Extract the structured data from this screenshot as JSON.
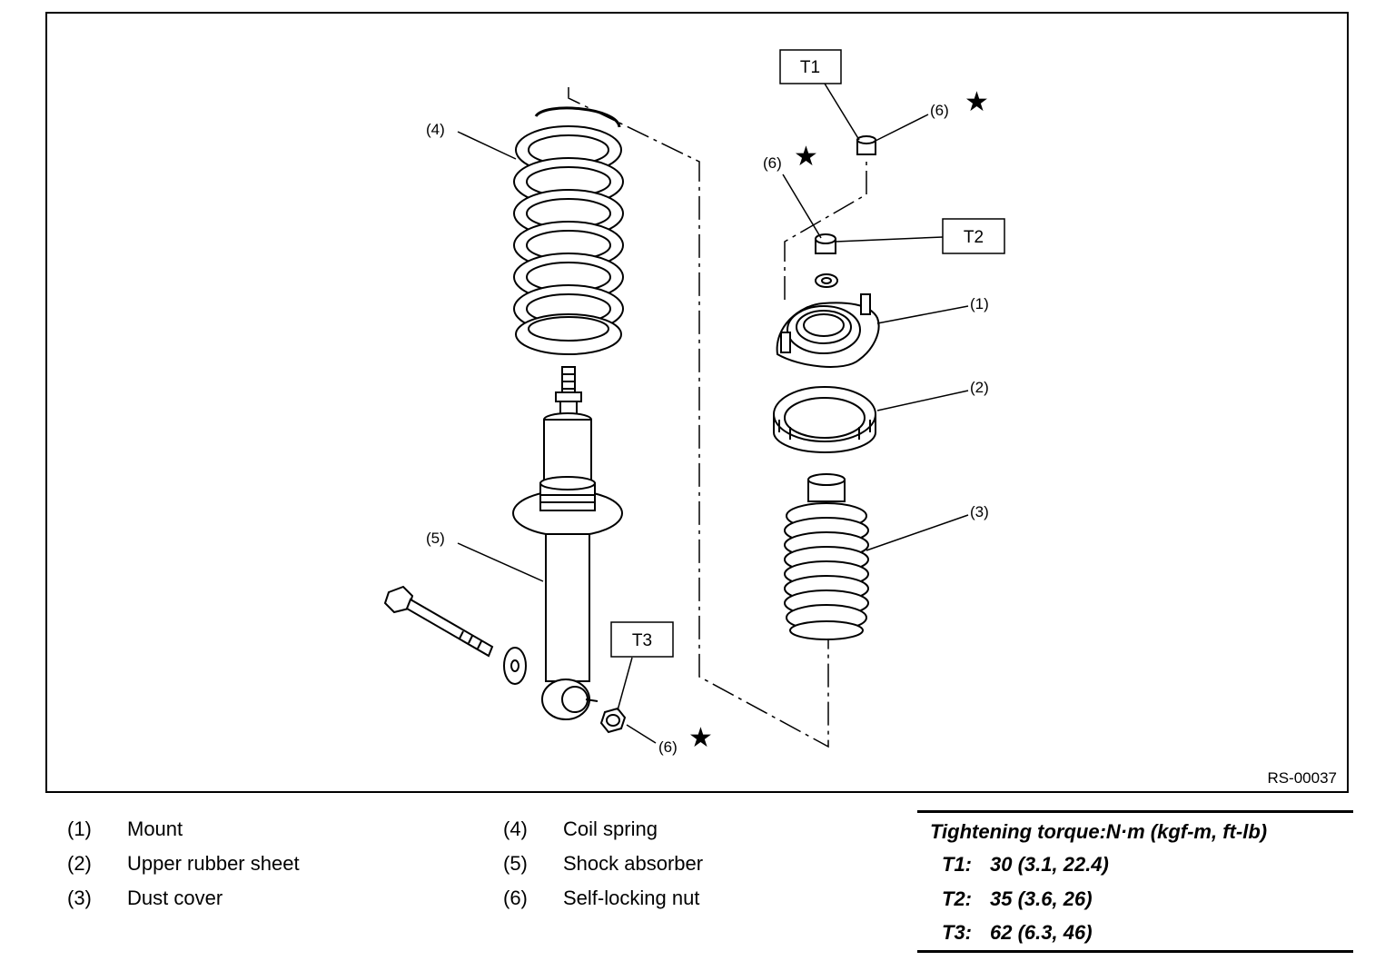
{
  "diagram": {
    "code": "RS-00037",
    "callouts": {
      "c1": "(1)",
      "c2": "(2)",
      "c3": "(3)",
      "c4": "(4)",
      "c5": "(5)",
      "c6a": "(6)",
      "c6b": "(6)",
      "c6c": "(6)"
    },
    "torque_boxes": {
      "t1": "T1",
      "t2": "T2",
      "t3": "T3"
    },
    "star_mark": "★"
  },
  "legend": {
    "items": [
      {
        "num": "(1)",
        "name": "Mount"
      },
      {
        "num": "(2)",
        "name": "Upper rubber sheet"
      },
      {
        "num": "(3)",
        "name": "Dust cover"
      },
      {
        "num": "(4)",
        "name": "Coil spring"
      },
      {
        "num": "(5)",
        "name": "Shock absorber"
      },
      {
        "num": "(6)",
        "name": "Self-locking nut"
      }
    ]
  },
  "torque": {
    "title": "Tightening torque:N·m (kgf-m, ft-lb)",
    "rows": [
      {
        "key": "T1:",
        "value": "30 (3.1, 22.4)"
      },
      {
        "key": "T2:",
        "value": "35 (3.6, 26)"
      },
      {
        "key": "T3:",
        "value": "62 (6.3, 46)"
      }
    ]
  }
}
